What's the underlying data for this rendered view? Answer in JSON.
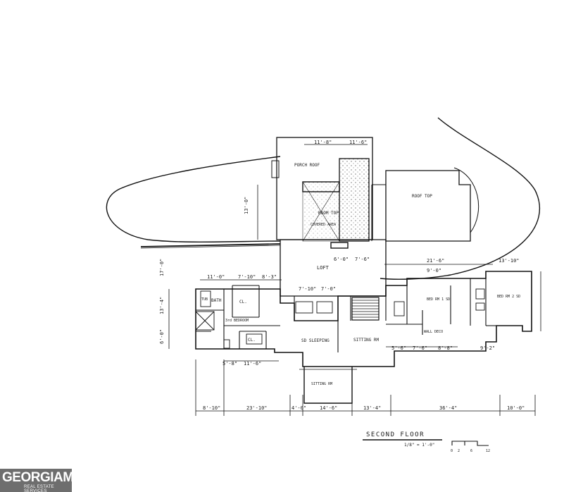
{
  "plan": {
    "title": "SECOND FLOOR",
    "scale": "1/8\" = 1'-0\"",
    "scale_marks": [
      "0",
      "2",
      "6",
      "12"
    ],
    "rooms": {
      "porch_roof": "PORCH ROOF",
      "room_top": "ROOM TOP",
      "covered_area": "COVERED AREA",
      "roof_top": "ROOF TOP",
      "loft": "LOFT",
      "bath": "BATH",
      "closet_a": "CL.",
      "closet_b": "CL.",
      "third_bedroom": "3rd BEDROOM",
      "sleeping": "SD SLEEPING",
      "sitting_rm": "SITTING RM",
      "sitting_rm_2": "SITTING RM",
      "bed_rm_1": "BED RM 1 SD",
      "bed_rm_2": "BED RM 2 SD",
      "wall_deco": "WALL DECO",
      "tub": "TUB"
    },
    "dimensions": {
      "top_1": "11'-8\"",
      "top_2": "11'-6\"",
      "left_1": "13'-0\"",
      "left_2": "17'-0\"",
      "left_3": "13'-4\"",
      "left_4": "6'-0\"",
      "row_1": "11'-0\"",
      "row_2": "7'-10\"",
      "row_3": "8'-3\"",
      "row_4": "7'-10\"",
      "row_5": "7'-0\"",
      "row_6": "6'-0\"",
      "row_7": "7'-6\"",
      "row_8": "21'-6\"",
      "row_9": "13'-10\"",
      "row_10": "9'-0\"",
      "low_1": "5'-8\"",
      "low_2": "11'-6\"",
      "low_3": "5'-6\"",
      "low_4": "7'-6\"",
      "low_5": "8'-8\"",
      "low_6": "9'-2\"",
      "bottom_1": "8'-10\"",
      "bottom_2": "23'-10\"",
      "bottom_3": "4'-0\"",
      "bottom_4": "14'-6\"",
      "bottom_5": "13'-4\"",
      "bottom_6": "36'-4\"",
      "bottom_7": "10'-0\""
    }
  },
  "logo": {
    "name": "GEORGIAMLS",
    "tagline": "REAL ESTATE SERVICES"
  }
}
